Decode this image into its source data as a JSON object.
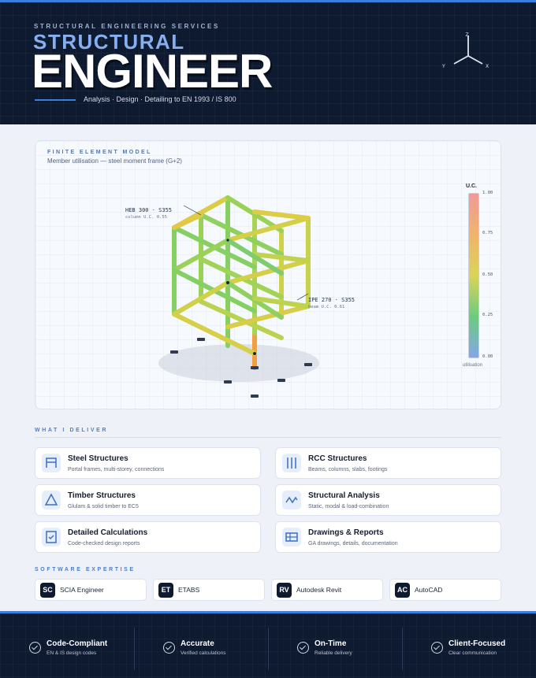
{
  "header": {
    "kicker": "STRUCTURAL ENGINEERING SERVICES",
    "title_top": "STRUCTURAL",
    "title_main": "ENGINEER",
    "tagline": "Analysis · Design · Detailing to EN 1993 / IS 800",
    "axes": {
      "z": "Z",
      "y": "Y",
      "x": "X"
    }
  },
  "fem": {
    "kicker": "FINITE ELEMENT MODEL",
    "subtitle": "Member utilisation — steel moment frame (G+2)",
    "label_column": {
      "title": "HEB 300 · S355",
      "detail": "column  U.C. 0.55"
    },
    "label_beam": {
      "title": "IPE 270 · S355",
      "detail": "beam    U.C. 0.61"
    },
    "legend": {
      "title": "U.C.",
      "ticks": [
        "1.00",
        "0.75",
        "0.50",
        "0.25",
        "0.00"
      ],
      "caption": "utilisation"
    }
  },
  "deliver": {
    "title": "WHAT I DELIVER",
    "items": [
      {
        "title": "Steel Structures",
        "desc": "Portal frames, multi-storey, connections",
        "icon": "frame-icon"
      },
      {
        "title": "RCC Structures",
        "desc": "Beams, columns, slabs, footings",
        "icon": "columns-icon"
      },
      {
        "title": "Timber Structures",
        "desc": "Glulam & solid timber to EC5",
        "icon": "triangle-icon"
      },
      {
        "title": "Structural Analysis",
        "desc": "Static, modal & load-combination",
        "icon": "wave-icon"
      },
      {
        "title": "Detailed Calculations",
        "desc": "Code-checked design reports",
        "icon": "checklist-icon"
      },
      {
        "title": "Drawings & Reports",
        "desc": "GA drawings, details, documentation",
        "icon": "drawing-icon"
      }
    ]
  },
  "software": {
    "title": "SOFTWARE EXPERTISE",
    "items": [
      {
        "badge": "SC",
        "name": "SCIA Engineer"
      },
      {
        "badge": "ET",
        "name": "ETABS"
      },
      {
        "badge": "RV",
        "name": "Autodesk Revit"
      },
      {
        "badge": "AC",
        "name": "AutoCAD"
      }
    ]
  },
  "features": [
    {
      "title": "Code-Compliant",
      "desc": "EN & IS design codes"
    },
    {
      "title": "Accurate",
      "desc": "Verified calculations"
    },
    {
      "title": "On-Time",
      "desc": "Reliable delivery"
    },
    {
      "title": "Client-Focused",
      "desc": "Clear communication"
    }
  ],
  "colors": {
    "accent": "#3a7fe0",
    "navy": "#0e1a30",
    "heading_light": "#86aef0"
  }
}
